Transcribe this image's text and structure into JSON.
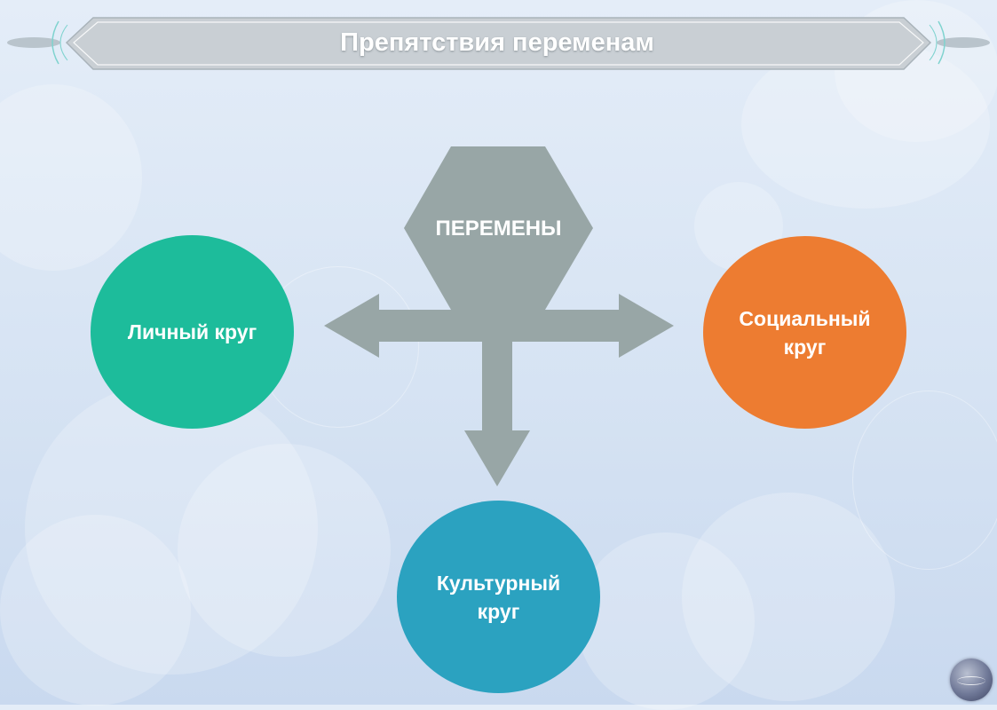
{
  "slide": {
    "title": "Препятствия переменам"
  },
  "diagram": {
    "center": "ПЕРЕМЕНЫ",
    "nodes": {
      "left": "Личный круг",
      "right": "Социальный круг",
      "bottom": "Культурный круг"
    }
  },
  "colors": {
    "background": "#dbe6f5",
    "banner_fill": "#c9cfd4",
    "connector": "#98a6a6",
    "personal": "#1dbc9b",
    "social": "#ed7c31",
    "cultural": "#2ba2c0",
    "text": "#ffffff"
  },
  "icons": {
    "logo": "round-logo-badge"
  }
}
